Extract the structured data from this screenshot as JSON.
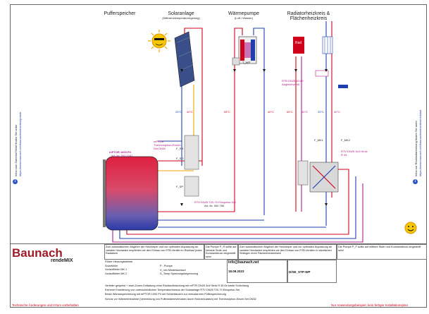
{
  "sections": {
    "puffer": "Pufferspeicher",
    "solar": "Solaranlage",
    "solar_sub": "(Differenztemperaturregelung)",
    "wp": "Wärmepumpe",
    "wp_sub": "(Luft / Wasser)",
    "rad": "Radiatorheizkreis &",
    "rad2": "Flächenheizkreis"
  },
  "labels": {
    "t25a": "25°C",
    "t40a": "40°C",
    "t55": "55°C",
    "t40b": "40°C",
    "t55b": "55°C",
    "t40c": "40°C",
    "t25b": "25°C",
    "t40d": "40°C",
    "rad_label": "Rad",
    "tank_title": "rePTOR 1000 P3",
    "tank_sub": "Art.-Nr. 000 1041",
    "thermo": "rePTOR Thermosiphon-Einzel-Set DN32",
    "rtv": "RTV DN25 T20-70 Einspeise-Set",
    "rtv2": "Art.-Nr. 000 750",
    "t_wp": "T_WP",
    "rtb": "RTB DN25 40-60 Abgleichventil",
    "mix": "RTV DN25 3x4+3mix R 35",
    "f1": "F_SR",
    "f2": "F_SO",
    "f3": "F_SP",
    "f4": "F_MK1",
    "f5": "F_MK2"
  },
  "side": {
    "left1": "Infos zum Zubehör/Ventil finden Sie unter",
    "left2": "https://www.baunach.net/baunach/webseiten/primär",
    "right1": "Infos zur Rücklaufanhebung finden Sie unter",
    "right2": "https://www.baunach.net/baunach/webseiten/rücklauf"
  },
  "legend": {
    "brand": "Baunach",
    "brand_sub": "rendeMIX",
    "notice1": "Zum automatischen Abgleich der Heizkörper und zur optimalen Anpassung an variable Heizlasten empfehlen wir den Einbau von RTB-Ventile im Rücklauf jedes Radiators!",
    "notice2": "Die Pumpe P_R sollte auf kleinste Stufe und Konstantdruck eingestellt sein!",
    "notice3": "Zum automatischen Abgleich der Heizkörper und zur optimalen Anpassung an variable Heizlasten empfehlen wir den Einbau von RTB-Ventilen in sämtlichen Strängen ihres Flächenheizkreises!",
    "notice4": "Die Pumpe P_F sollte auf mittlere Stufe und Konstantdruck eingestellt sein!",
    "mode1": "Fühler Heizungsbetrieb",
    "mode2": "Solarfühler",
    "mode3": "Vorlauffühler MK 1",
    "mode4": "Vorlauffühler MK 2",
    "sym1": "P - Pumpe",
    "sym2": "V_min Mindestumlauf",
    "sym3": "D_Temp Spreizungsbegrenzung",
    "contact_email": "info@baunach.net",
    "date": "18.09.2023",
    "code": "D/SE_STP-WP",
    "bul1": "Verteiler gespeist + zwei-Zonen-Entladung ohne Rücklaufmischung mit rePTR DN25 3x4+3mix R 35 für beste Schichtung",
    "bul2": "Extreme Erweiterung von unterschiedlichen Temperaturniveaus der Solaranlage RTV DN25 T20-70 Einspeise-Set",
    "bul3": "Beste Wärmespeicherung mit rePTOR 1000 P3 mit Schichtlanzen zur verlustarmen Pufferspeicherung",
    "bul4": "Schutz vor Wärmeentnahme (Vermeidung von Pufferwärmeverlusten durch Rohrzirkulation) mit Thermosiphon-Einzel-Set DN32",
    "foot_left": "Technische Änderungen und Irrtum vorbehalten",
    "foot_right": "Nur Anwendungsbeispiel, kein fertiger Installationsplan"
  },
  "colors": {
    "red": "#d0021b",
    "blue": "#1f3fb0",
    "magenta": "#b0208f",
    "orange": "#f2a400"
  }
}
